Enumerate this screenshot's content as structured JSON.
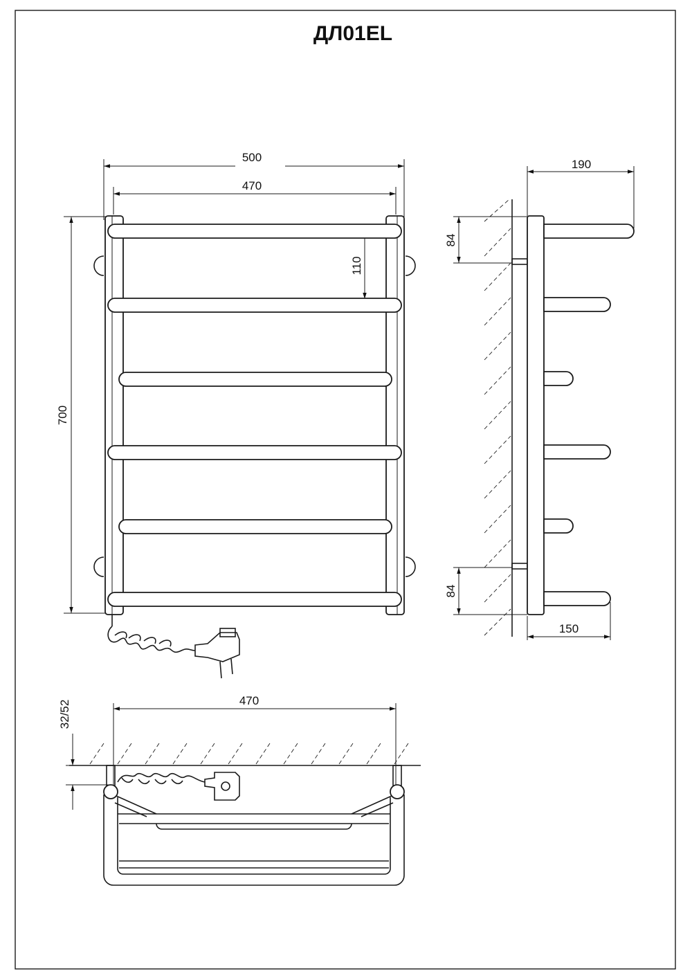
{
  "title": "ДЛ01EL",
  "front_view": {
    "width_overall": "500",
    "width_mount": "470",
    "height": "700",
    "rung_spacing": "110"
  },
  "side_view": {
    "depth_top": "190",
    "depth_bottom": "150",
    "offset_top": "84",
    "offset_bottom": "84"
  },
  "top_view": {
    "width_mount": "470",
    "wall_gap": "32/52"
  }
}
